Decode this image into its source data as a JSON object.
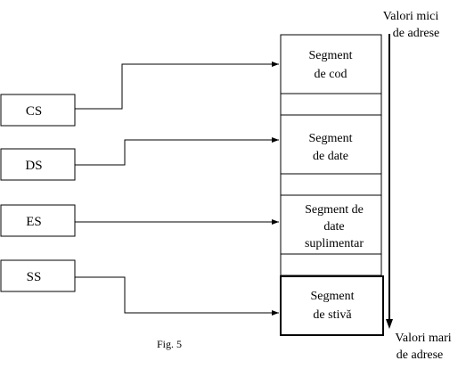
{
  "registers": {
    "cs": "CS",
    "ds": "DS",
    "es": "ES",
    "ss": "SS"
  },
  "segments": {
    "code": [
      "Segment",
      "de cod"
    ],
    "data": [
      "Segment",
      "de date"
    ],
    "extra": [
      "Segment de",
      "date",
      "suplimentar"
    ],
    "stack": [
      "Segment",
      "de stivă"
    ]
  },
  "address_axis": {
    "top": [
      "Valori mici",
      "de adrese"
    ],
    "bottom": [
      "Valori mari",
      "de adrese"
    ]
  },
  "caption": "Fig. 5"
}
